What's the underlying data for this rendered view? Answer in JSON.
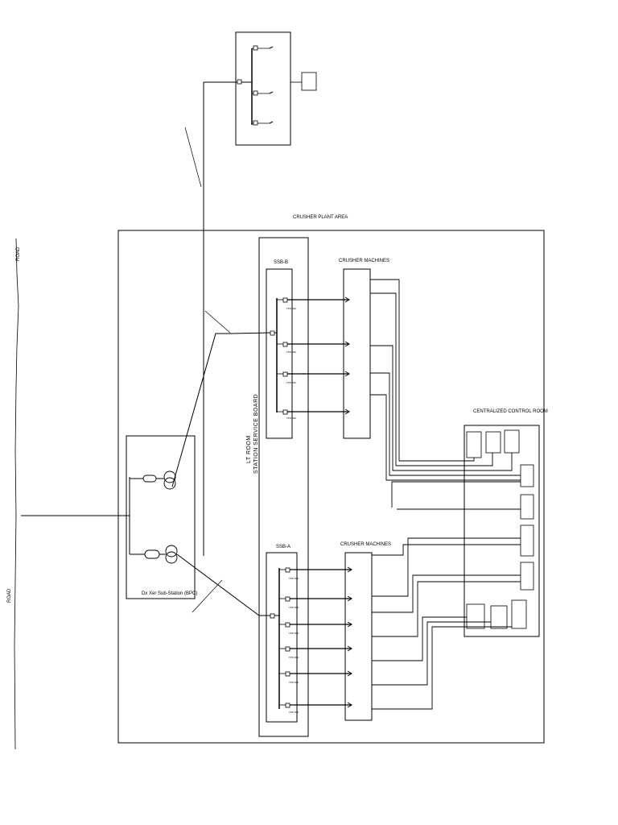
{
  "labels": {
    "crusher_plant_area": "CRUSHER PLANT AREA",
    "crusher_machines_top": "CRUSHER MACHINES",
    "crusher_machines_bottom": "CRUSHER MACHINES",
    "centralized_control_room": "CENTRALIZED CONTROL ROOM",
    "ssb_b": "SSB-B",
    "ssb_a": "SSB-A",
    "lt_room": "LT ROOM",
    "station_service_board": "STATION SERVICE BOARD",
    "substation": "Dx Xer Sub-Station (BPC)",
    "road_top": "ROAD",
    "road_bottom": "ROAD",
    "breaker_rating": "TPN 63A"
  },
  "colors": {
    "line": "#000000",
    "background": "#ffffff"
  }
}
